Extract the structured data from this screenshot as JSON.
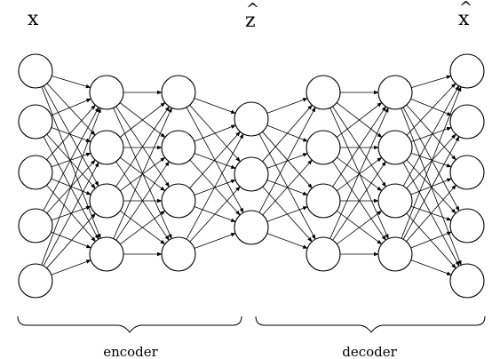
{
  "labels": {
    "input": {
      "text": "x",
      "hat": ""
    },
    "latent": {
      "text": "z",
      "hat": "^"
    },
    "output": {
      "text": "x",
      "hat": "^"
    }
  },
  "groups": {
    "encoder": "encoder",
    "decoder": "decoder"
  },
  "network": {
    "layer_sizes": [
      5,
      4,
      4,
      3,
      4,
      4,
      5
    ],
    "fully_connected": true,
    "edge_color": "#000000",
    "node_color": "#ffffff"
  }
}
